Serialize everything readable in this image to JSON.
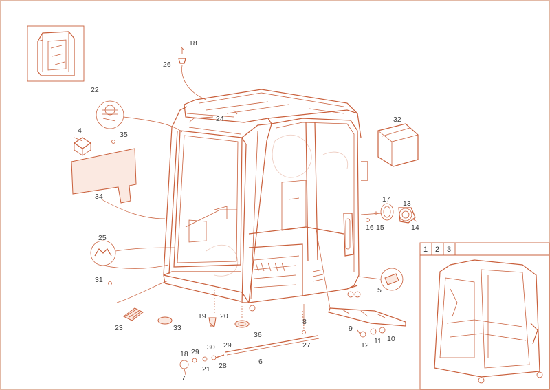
{
  "diagram": {
    "part_labels": [
      "18",
      "26",
      "22",
      "24",
      "32",
      "4",
      "35",
      "34",
      "17",
      "13",
      "16",
      "15",
      "14",
      "25",
      "31",
      "5",
      "23",
      "19",
      "20",
      "33",
      "36",
      "8",
      "27",
      "9",
      "12",
      "11",
      "10",
      "29",
      "30",
      "18",
      "29",
      "21",
      "28",
      "6",
      "7"
    ],
    "view_tabs": [
      "1",
      "2",
      "3"
    ]
  },
  "colors": {
    "line": "#c9603c",
    "paper": "#ffffff",
    "text": "#3a3a3a"
  }
}
